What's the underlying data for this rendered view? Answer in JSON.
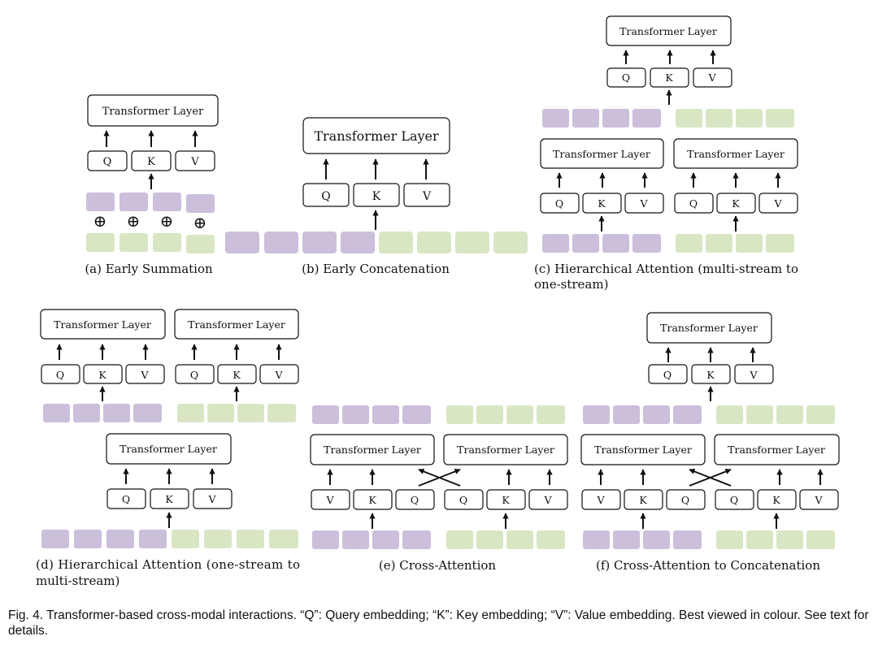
{
  "colors": {
    "purple": "#cbbfdb",
    "green": "#d9e6c4",
    "stroke": "#111111"
  },
  "labels": {
    "transformer_layer": "Transformer Layer",
    "q": "Q",
    "k": "K",
    "v": "V",
    "plus": "⊕"
  },
  "panels": {
    "a": {
      "caption": "(a) Early Summation"
    },
    "b": {
      "caption": "(b) Early Concatenation"
    },
    "c": {
      "caption_line1": "(c) Hierarchical Attention (multi-stream to",
      "caption_line2": "one-stream)"
    },
    "d": {
      "caption_line1": "(d) Hierarchical Attention (one-stream to",
      "caption_line2": "multi-stream)"
    },
    "e": {
      "caption": "(e) Cross-Attention"
    },
    "f": {
      "caption": "(f) Cross-Attention to Concatenation"
    }
  },
  "figure_caption": "Fig. 4. Transformer-based cross-modal interactions. “Q”: Query embedding; “K”: Key embedding; “V”: Value embedding. Best viewed in colour. See text for details."
}
